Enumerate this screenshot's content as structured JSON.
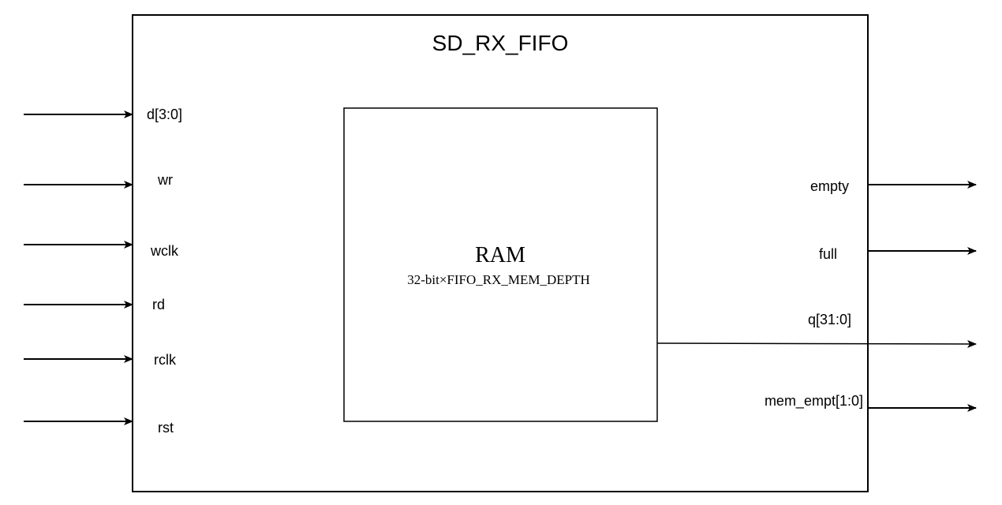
{
  "module": {
    "title": "SD_RX_FIFO"
  },
  "ram": {
    "title": "RAM",
    "subtitle": "32-bit×FIFO_RX_MEM_DEPTH"
  },
  "inputs": [
    {
      "name": "d[3:0]"
    },
    {
      "name": "wr"
    },
    {
      "name": "wclk"
    },
    {
      "name": "rd"
    },
    {
      "name": "rclk"
    },
    {
      "name": "rst"
    }
  ],
  "outputs": [
    {
      "name": "empty"
    },
    {
      "name": "full"
    },
    {
      "name": "q[31:0]"
    },
    {
      "name": "mem_empt[1:0]"
    }
  ],
  "colors": {
    "stroke": "#000000",
    "fill": "#ffffff"
  }
}
